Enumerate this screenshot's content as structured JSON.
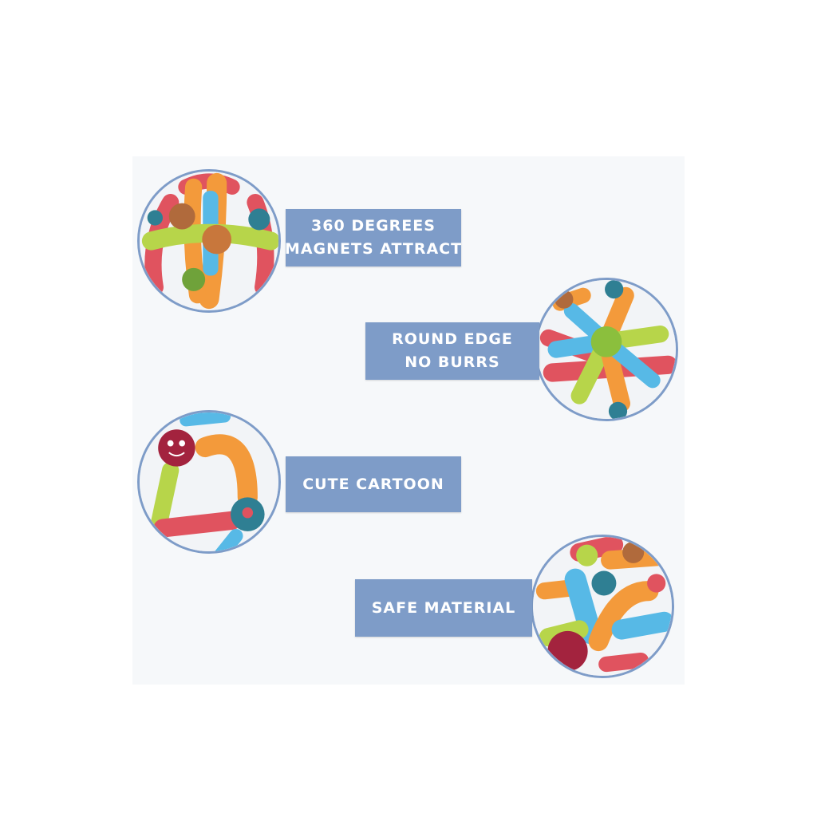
{
  "features": [
    {
      "lines": [
        "360 DEGREES",
        "MAGNETS ATTRACT"
      ],
      "image": "magnetic-ball-toy-closeup"
    },
    {
      "lines": [
        "ROUND EDGE",
        "NO BURRS"
      ],
      "image": "star-shaped-magnetic-sticks"
    },
    {
      "lines": [
        "CUTE CARTOON"
      ],
      "image": "cartoon-faced-magnetic-balls"
    },
    {
      "lines": [
        "SAFE MATERIAL"
      ],
      "image": "pile-of-magnetic-sticks"
    }
  ],
  "colors": {
    "badge": "#7e9cc8",
    "circle_border": "#7e9cc8",
    "panel": "#f6f8fa",
    "toy_red": "#e0535f",
    "toy_orange": "#f39a3b",
    "toy_green": "#b7d54a",
    "toy_blue": "#57b9e6",
    "toy_teal": "#2f7f93",
    "toy_brown": "#b06a3c",
    "toy_maroon": "#a3233e"
  }
}
